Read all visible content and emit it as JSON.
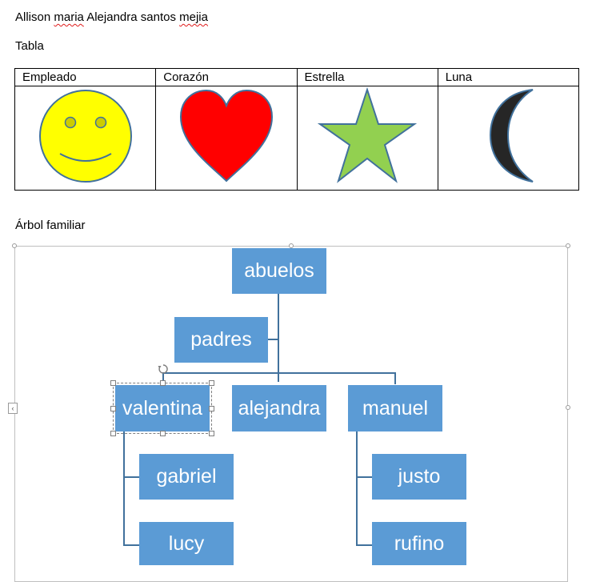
{
  "document": {
    "author_line": {
      "part1": "Allison ",
      "part2": "maria",
      "part3": " Alejandra santos ",
      "part4": "mejia"
    },
    "table_heading": "Tabla",
    "table": {
      "headers": [
        "Empleado",
        "Corazón",
        "Estrella",
        "Luna"
      ],
      "shapes": [
        "smiley-face",
        "heart",
        "star",
        "crescent-moon"
      ],
      "colors": {
        "smiley": "#ffff00",
        "heart": "#ff0000",
        "star": "#92d050",
        "moon": "#262626",
        "outline": "#41719c"
      }
    },
    "tree_heading": "Árbol familiar"
  },
  "family_tree": {
    "root": "abuelos",
    "assistant": "padres",
    "children": [
      "valentina",
      "alejandra",
      "manuel"
    ],
    "valentina_children": [
      "gabriel",
      "lucy"
    ],
    "manuel_children": [
      "justo",
      "rufino"
    ],
    "node_color": "#5b9bd5",
    "line_color": "#41719c"
  }
}
